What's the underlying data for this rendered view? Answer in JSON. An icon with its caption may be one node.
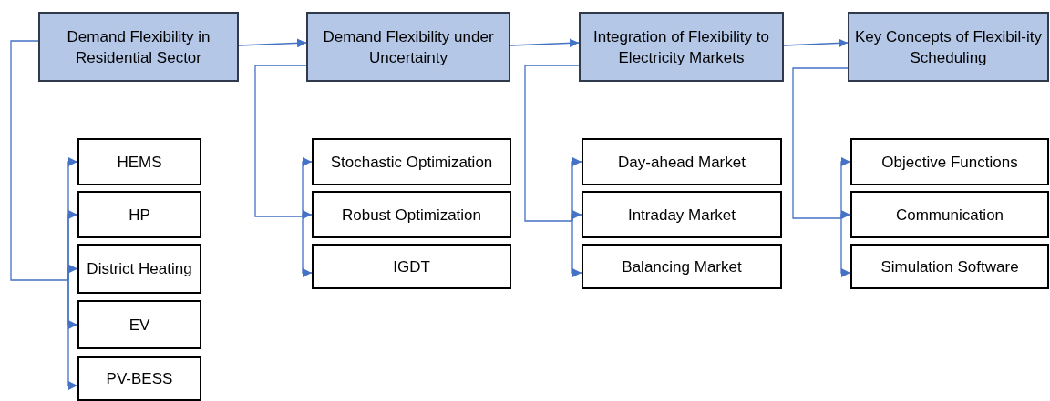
{
  "diagram": {
    "nodes": [
      {
        "text": [
          "Demand Flexibility in Residential Sector"
        ]
      },
      {
        "text": [
          "Demand Flexibility under Uncertainty"
        ]
      },
      {
        "text": [
          "Integration of Flexibility to Electricity Markets"
        ]
      },
      {
        "text": [
          "Key Concepts of Flexibil-ity Scheduling"
        ]
      },
      {
        "text": [
          "HEMS"
        ]
      },
      {
        "text": [
          "HP"
        ]
      },
      {
        "text": [
          "District Heating"
        ]
      },
      {
        "text": [
          "EV"
        ]
      },
      {
        "text": [
          "PV-BESS"
        ]
      },
      {
        "text": [
          "Stochastic Optimization"
        ]
      },
      {
        "text": [
          "Robust Optimization"
        ]
      },
      {
        "text": [
          "IGDT"
        ]
      },
      {
        "text": [
          "Day-ahead Market"
        ]
      },
      {
        "text": [
          "Intraday Market"
        ]
      },
      {
        "text": [
          "Balancing Market"
        ]
      },
      {
        "text": [
          "Objective Functions"
        ]
      },
      {
        "text": [
          "Communication"
        ]
      },
      {
        "text": [
          "Simulation Software"
        ]
      }
    ],
    "edges": [
      {
        "from": 0,
        "to": 1,
        "arrow": "to"
      },
      {
        "from": 1,
        "to": 2,
        "arrow": "to"
      },
      {
        "from": 2,
        "to": 3,
        "arrow": "to"
      },
      {
        "from": 0,
        "to": 4,
        "arrow": "to"
      },
      {
        "from": 0,
        "to": 5,
        "arrow": "to"
      },
      {
        "from": 0,
        "to": 6,
        "arrow": "to"
      },
      {
        "from": 0,
        "to": 7,
        "arrow": "to"
      },
      {
        "from": 0,
        "to": 8,
        "arrow": "to"
      },
      {
        "from": 1,
        "to": 9,
        "arrow": "to"
      },
      {
        "from": 1,
        "to": 10,
        "arrow": "to"
      },
      {
        "from": 1,
        "to": 11,
        "arrow": "to"
      },
      {
        "from": 2,
        "to": 12,
        "arrow": "to"
      },
      {
        "from": 2,
        "to": 13,
        "arrow": "to"
      },
      {
        "from": 2,
        "to": 14,
        "arrow": "to"
      },
      {
        "from": 3,
        "to": 15,
        "arrow": "to"
      },
      {
        "from": 3,
        "to": 16,
        "arrow": "to"
      },
      {
        "from": 3,
        "to": 17,
        "arrow": "to"
      }
    ]
  }
}
